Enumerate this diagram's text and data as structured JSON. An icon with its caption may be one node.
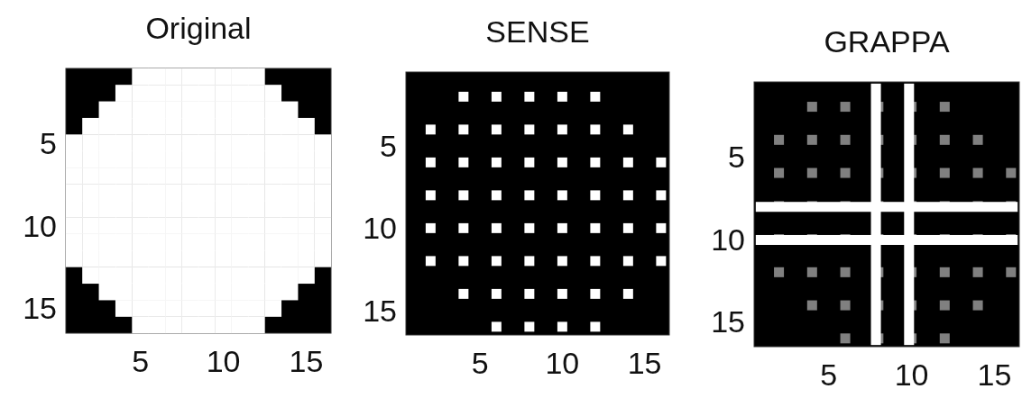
{
  "diagram": {
    "labels": [
      "Original",
      "5",
      "10",
      "15",
      "5",
      "10",
      "15",
      "SENSE",
      "5",
      "10",
      "15",
      "5",
      "10",
      "15",
      "GRAPPA",
      "5",
      "10",
      "15",
      "5",
      "10",
      "15"
    ]
  }
}
